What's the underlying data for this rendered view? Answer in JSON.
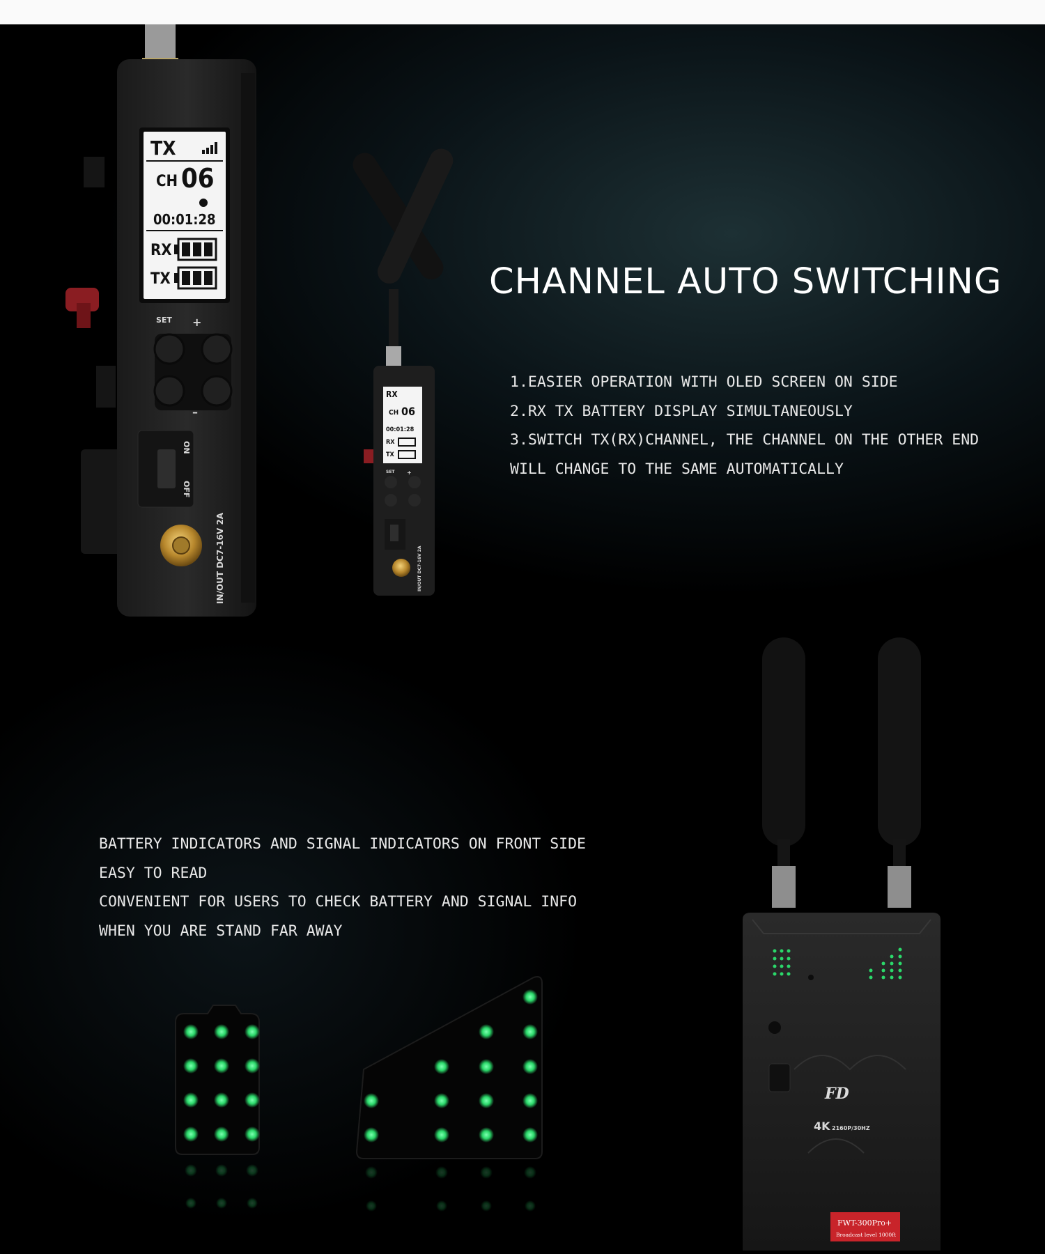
{
  "section": {
    "title": "CHANNEL AUTO SWITCHING",
    "features": [
      "1.EASIER OPERATION WITH OLED SCREEN ON SIDE",
      "2.RX TX BATTERY DISPLAY SIMULTANEOUSLY",
      "3.SWITCH TX(RX)CHANNEL, THE CHANNEL ON THE OTHER END",
      "WILL CHANGE TO THE SAME AUTOMATICALLY"
    ]
  },
  "indicators": {
    "lines": [
      "BATTERY INDICATORS AND SIGNAL INDICATORS ON FRONT SIDE",
      "EASY TO READ",
      "CONVENIENT FOR USERS TO CHECK BATTERY AND SIGNAL INFO",
      "WHEN YOU ARE STAND FAR AWAY"
    ]
  },
  "tx_unit": {
    "screen": {
      "mode": "TX",
      "ch_prefix": "CH",
      "channel": "06",
      "time": "00:01:28",
      "rx_label": "RX",
      "tx_label": "TX"
    },
    "buttons": {
      "set": "SET",
      "plus": "+",
      "minus": "–"
    },
    "switch": {
      "on": "ON",
      "off": "OFF"
    },
    "power_label": "IN/OUT  DC7-16V  2A"
  },
  "rx_unit": {
    "screen": {
      "mode": "RX",
      "ch_prefix": "CH",
      "channel": "06",
      "time": "00:01:28",
      "rx_label": "RX",
      "tx_label": "TX"
    },
    "buttons": {
      "set": "SET",
      "plus": "+"
    },
    "power_label": "IN/OUT  DC7-16V  2A"
  },
  "front_unit": {
    "brand": "FD",
    "resolution": "4K",
    "resolution_detail": "2160P/30HZ",
    "model": "FWT-300Pro+",
    "model_sub": "Broadcast level 1000ft"
  },
  "colors": {
    "led": "#2bd86a",
    "background": "#000000",
    "text": "#ffffff",
    "brand_red": "#c8242a"
  }
}
